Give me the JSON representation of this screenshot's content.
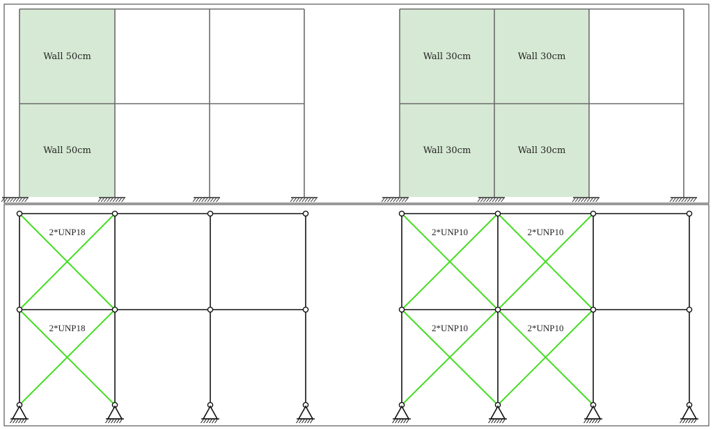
{
  "colors": {
    "wall_fill": "#d6e9d4",
    "frame_gray": "#6b6b6b",
    "frame_black": "#111111",
    "brace_green": "#44dd22",
    "panel_border": "#333333"
  },
  "panels": {
    "wall_left": {
      "name": "wall-frame-left",
      "walls": [
        {
          "bay": 0,
          "story": 1,
          "label": "Wall 50cm"
        },
        {
          "bay": 0,
          "story": 0,
          "label": "Wall 50cm"
        }
      ]
    },
    "wall_right": {
      "name": "wall-frame-right",
      "walls": [
        {
          "bay": 0,
          "story": 1,
          "label": "Wall 30cm"
        },
        {
          "bay": 1,
          "story": 1,
          "label": "Wall 30cm"
        },
        {
          "bay": 0,
          "story": 0,
          "label": "Wall 30cm"
        },
        {
          "bay": 1,
          "story": 0,
          "label": "Wall 30cm"
        }
      ]
    },
    "brace_left": {
      "name": "braced-frame-left",
      "braces": [
        {
          "bay": 0,
          "story": 1,
          "label": "2*UNP18"
        },
        {
          "bay": 0,
          "story": 0,
          "label": "2*UNP18"
        }
      ]
    },
    "brace_right": {
      "name": "braced-frame-right",
      "braces": [
        {
          "bay": 0,
          "story": 1,
          "label": "2*UNP10"
        },
        {
          "bay": 1,
          "story": 1,
          "label": "2*UNP10"
        },
        {
          "bay": 0,
          "story": 0,
          "label": "2*UNP10"
        },
        {
          "bay": 1,
          "story": 0,
          "label": "2*UNP10"
        }
      ]
    }
  }
}
